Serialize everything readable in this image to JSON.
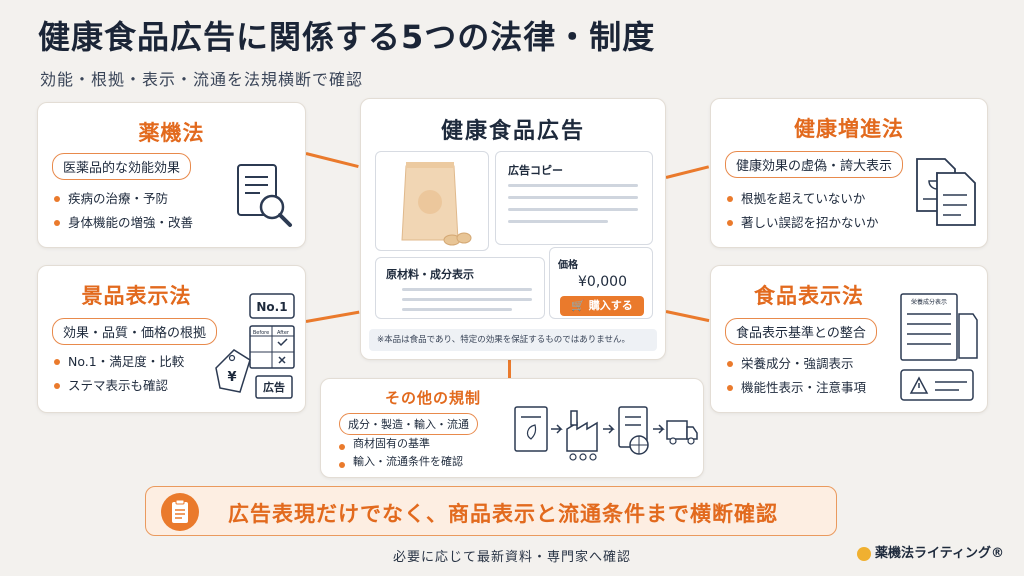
{
  "header": {
    "title": "健康食品広告に関係する5つの法律・制度",
    "subtitle": "効能・根拠・表示・流通を法規横断で確認"
  },
  "laws": {
    "yakki": {
      "title": "薬機法",
      "tag": "医薬品的な効能効果",
      "bullets": [
        "疾病の治療・予防",
        "身体機能の増強・改善"
      ],
      "icon": "document-magnifier-icon"
    },
    "keihyo": {
      "title": "景品表示法",
      "tag": "効果・品質・価格の根拠",
      "bullets": [
        "No.1・満足度・比較",
        "ステマ表示も確認"
      ],
      "icon": "price-tag-icon",
      "icon_labels": {
        "no1": "No.1",
        "before": "Before",
        "after": "After",
        "ad": "広告"
      }
    },
    "kenko": {
      "title": "健康増進法",
      "tag": "健康効果の虚偽・誇大表示",
      "bullets": [
        "根拠を超えていないか",
        "著しい誤認を招かないか"
      ],
      "icon": "documents-chart-icon"
    },
    "shokuhin": {
      "title": "食品表示法",
      "tag": "食品表示基準との整合",
      "bullets": [
        "栄養成分・強調表示",
        "機能性表示・注意事項"
      ],
      "icon": "nutrition-label-icon",
      "icon_label": "栄養成分表示"
    },
    "other": {
      "title": "その他の規制",
      "tag": "成分・製造・輸入・流通",
      "bullets": [
        "商材固有の基準",
        "輸入・流通条件を確認"
      ],
      "icon": "supply-chain-icon"
    }
  },
  "ad": {
    "title": "健康食品広告",
    "copy_label": "広告コピー",
    "ingredients_label": "原材料・成分表示",
    "price_label": "価格",
    "price_value": "¥0,000",
    "buy_button": "購入する",
    "disclaimer": "※本品は食品であり、特定の効果を保証するものではありません。"
  },
  "banner": {
    "text": "広告表現だけでなく、商品表示と流通条件まで横断確認",
    "icon": "clipboard-icon"
  },
  "footer": {
    "note": "必要に応じて最新資料・専門家へ確認",
    "brand": "薬機法ライティング®"
  },
  "colors": {
    "accent": "#ea7a2c",
    "navy": "#1e2a3c",
    "background": "#f3f1ee"
  }
}
